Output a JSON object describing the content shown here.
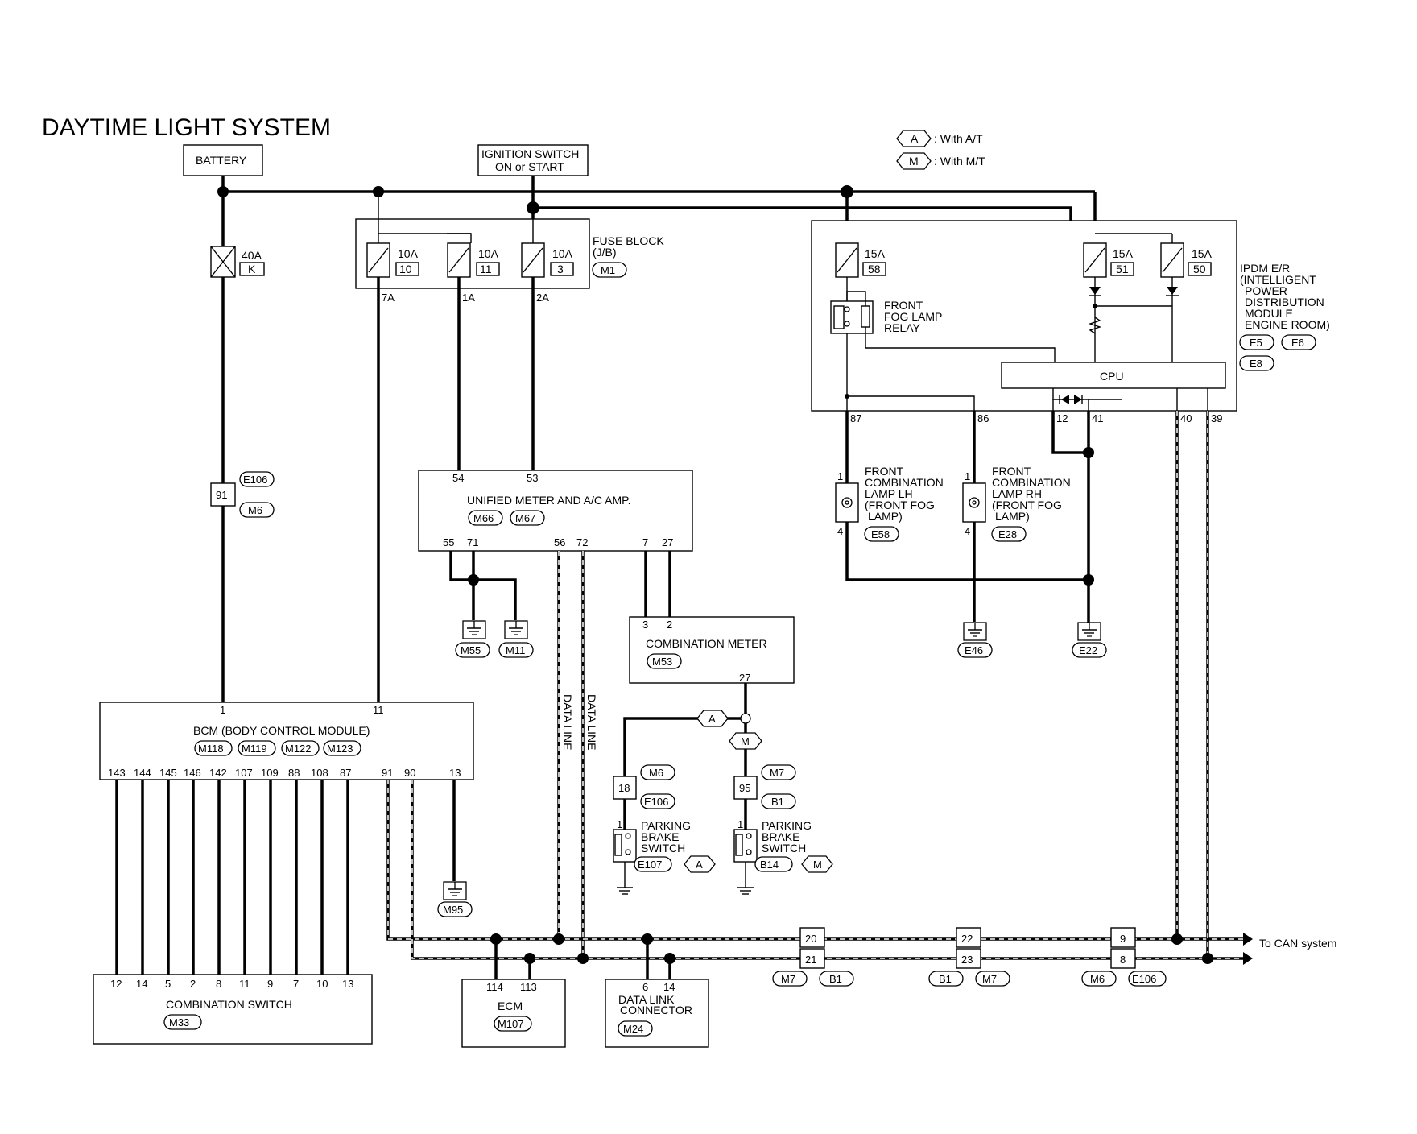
{
  "title": "DAYTIME LIGHT SYSTEM",
  "legend": [
    {
      "code": "A",
      "text": ": With A/T"
    },
    {
      "code": "M",
      "text": ": With M/T"
    }
  ],
  "sources": {
    "battery": "BATTERY",
    "ignition": [
      "IGNITION SWITCH",
      "ON or START"
    ]
  },
  "fusible_link": {
    "rating": "40A",
    "id": "K"
  },
  "fuse_block": {
    "label": [
      "FUSE BLOCK",
      "(J/B)"
    ],
    "connector": "M1",
    "fuses": [
      {
        "rating": "10A",
        "id": "10",
        "out": "7A"
      },
      {
        "rating": "10A",
        "id": "11",
        "out": "1A"
      },
      {
        "rating": "10A",
        "id": "3",
        "out": "2A"
      }
    ]
  },
  "ipdm": {
    "label": [
      "IPDM E/R",
      "(INTELLIGENT",
      "POWER",
      "DISTRIBUTION",
      "MODULE",
      "ENGINE ROOM)"
    ],
    "connectors": [
      "E5",
      "E6",
      "E8"
    ],
    "fuses": [
      {
        "rating": "15A",
        "id": "58"
      },
      {
        "rating": "15A",
        "id": "51"
      },
      {
        "rating": "15A",
        "id": "50"
      }
    ],
    "relay": [
      "FRONT",
      "FOG LAMP",
      "RELAY"
    ],
    "cpu": "CPU",
    "pins": [
      "87",
      "86",
      "12",
      "41",
      "40",
      "39"
    ]
  },
  "lamps": [
    {
      "label": [
        "FRONT",
        "COMBINATION",
        "LAMP LH",
        "(FRONT FOG",
        "LAMP)"
      ],
      "pin_top": "1",
      "pin_bottom": "4",
      "connector": "E58"
    },
    {
      "label": [
        "FRONT",
        "COMBINATION",
        "LAMP RH",
        "(FRONT FOG",
        "LAMP)"
      ],
      "pin_top": "1",
      "pin_bottom": "4",
      "connector": "E28"
    }
  ],
  "grounds": [
    "M55",
    "M11",
    "E46",
    "E22",
    "M95"
  ],
  "joint_harness": {
    "pin": "91",
    "connectors": [
      "E106",
      "M6"
    ]
  },
  "unified_meter": {
    "label": "UNIFIED METER AND A/C AMP.",
    "connectors": [
      "M66",
      "M67"
    ],
    "pins_top": [
      "54",
      "53"
    ],
    "pins_bottom": [
      "55",
      "71",
      "56",
      "72",
      "7",
      "27"
    ]
  },
  "combination_meter": {
    "label": "COMBINATION METER",
    "connector": "M53",
    "pins_top": [
      "3",
      "2"
    ],
    "pin_bottom": "27"
  },
  "bcm": {
    "label": "BCM (BODY CONTROL MODULE)",
    "connectors": [
      "M118",
      "M119",
      "M122",
      "M123"
    ],
    "pins_top": [
      "1",
      "11"
    ],
    "pins_bottom": [
      "143",
      "144",
      "145",
      "146",
      "142",
      "107",
      "109",
      "88",
      "108",
      "87",
      "91",
      "90",
      "13"
    ]
  },
  "data_line": "DATA LINE",
  "parking_brake": [
    {
      "variant": "A",
      "joint_pin": "18",
      "joint_connectors": [
        "M6",
        "E106"
      ],
      "pin": "1",
      "label": [
        "PARKING",
        "BRAKE",
        "SWITCH"
      ],
      "connector": "E107"
    },
    {
      "variant": "M",
      "joint_pin": "95",
      "joint_connectors": [
        "M7",
        "B1"
      ],
      "pin": "1",
      "label": [
        "PARKING",
        "BRAKE",
        "SWITCH"
      ],
      "connector": "B14"
    }
  ],
  "combination_switch": {
    "label": "COMBINATION SWITCH",
    "connector": "M33",
    "pins": [
      "12",
      "14",
      "5",
      "2",
      "8",
      "11",
      "9",
      "7",
      "10",
      "13"
    ]
  },
  "ecm": {
    "label": "ECM",
    "connector": "M107",
    "pins": [
      "114",
      "113"
    ]
  },
  "data_link": {
    "label": [
      "DATA LINK",
      "CONNECTOR"
    ],
    "connector": "M24",
    "pins": [
      "6",
      "14"
    ]
  },
  "can_joints": [
    {
      "pins": [
        "20",
        "21"
      ],
      "connectors": [
        "M7",
        "B1"
      ]
    },
    {
      "pins": [
        "22",
        "23"
      ],
      "connectors": [
        "B1",
        "M7"
      ]
    },
    {
      "pins": [
        "9",
        "8"
      ],
      "connectors": [
        "M6",
        "E106"
      ]
    }
  ],
  "to_can": "To CAN system"
}
